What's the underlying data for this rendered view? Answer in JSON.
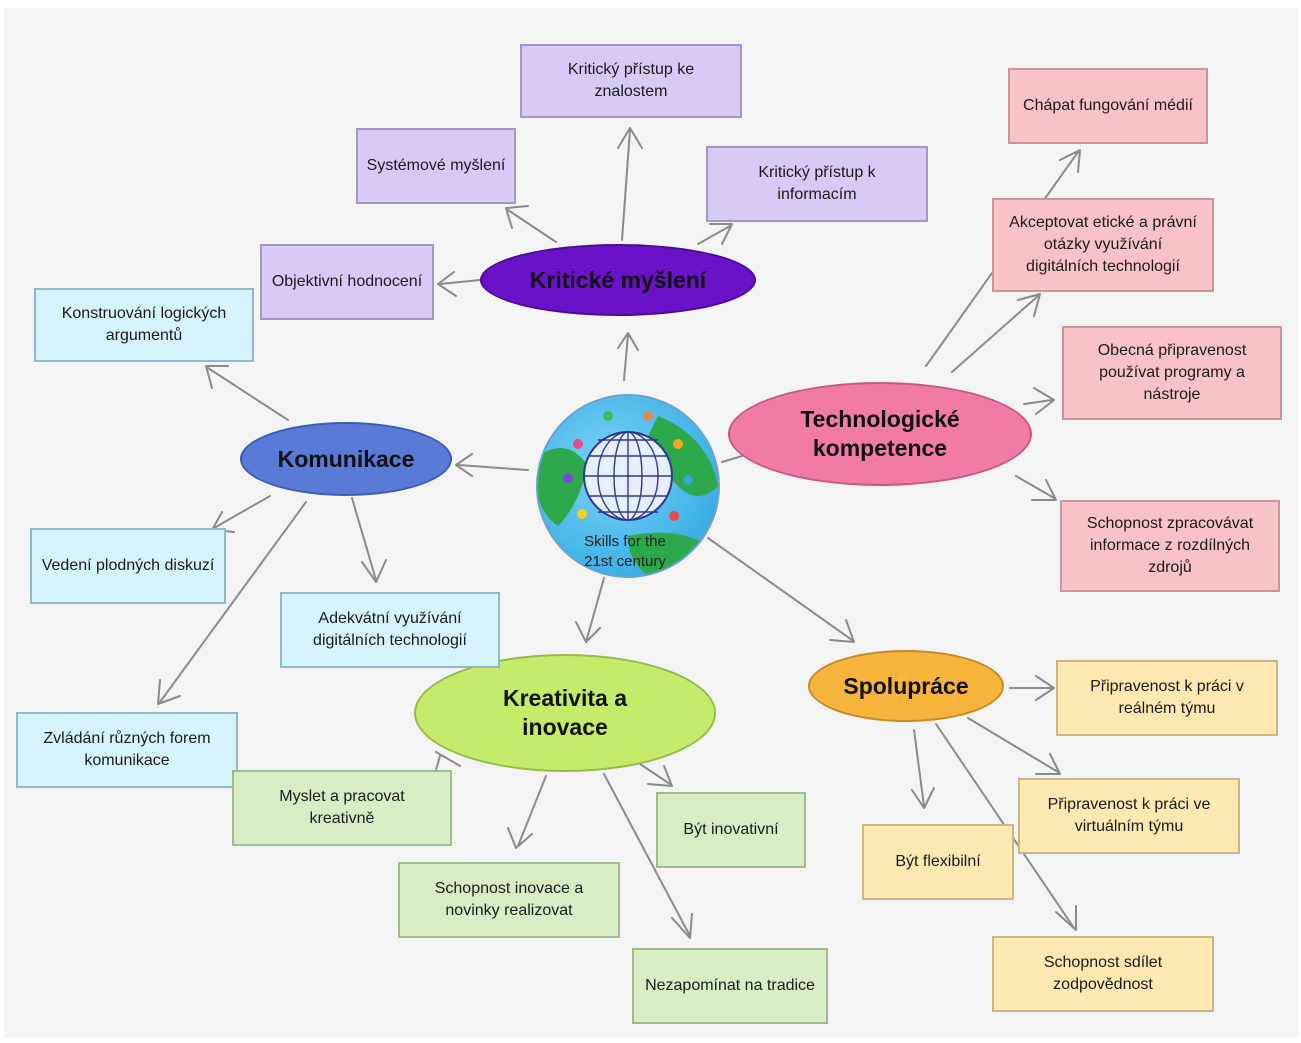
{
  "center": {
    "line1": "Skills for the",
    "line2": "21st century"
  },
  "categories": {
    "kriticke": {
      "label": "Kritické myšlení",
      "color": "#6a12c9"
    },
    "komunikace": {
      "label": "Komunikace",
      "color": "#5a7ad8"
    },
    "technologicke": {
      "line1": "Technologické",
      "line2": "kompetence",
      "color": "#f27aa6"
    },
    "kreativita": {
      "line1": "Kreativita a",
      "line2": "inovace",
      "color": "#c4ec6a"
    },
    "spoluprace": {
      "label": "Spolupráce",
      "color": "#f7b43a"
    }
  },
  "items": {
    "kriticky_znalostem": {
      "line1": "Kritický přístup ke",
      "line2": "znalostem"
    },
    "systemove": {
      "line1": "Systémové myšlení"
    },
    "kriticky_informacim": {
      "line1": "Kritický přístup k",
      "line2": "informacím"
    },
    "objektivni": {
      "line1": "Objektivní hodnocení"
    },
    "konstruovani": {
      "line1": "Konstruování logických",
      "line2": "argumentů"
    },
    "vedeni": {
      "line1": "Vedení plodných diskuzí"
    },
    "adekvatni": {
      "line1": "Adekvátní využívání",
      "line2": "digitálních technologií"
    },
    "zvladani": {
      "line1": "Zvládání různých forem",
      "line2": "komunikace"
    },
    "chapat": {
      "line1": "Chápat fungování médií"
    },
    "akceptovat": {
      "line1": "Akceptovat etické a právní",
      "line2": "otázky využívání",
      "line3": "digitálních technologií"
    },
    "obecna": {
      "line1": "Obecná připravenost",
      "line2": "používat programy a",
      "line3": "nástroje"
    },
    "schopnost_zpracovavat": {
      "line1": "Schopnost zpracovávat",
      "line2": "informace z rozdílných",
      "line3": "zdrojů"
    },
    "myslet": {
      "line1": "Myslet a pracovat",
      "line2": "kreativně"
    },
    "byt_inovativni": {
      "line1": "Být inovativní"
    },
    "schopnost_inovace": {
      "line1": "Schopnost inovace a",
      "line2": "novinky realizovat"
    },
    "nezapominat": {
      "line1": "Nezapomínat na tradice"
    },
    "pripravenost_realnem": {
      "line1": "Připravenost k práci v",
      "line2": "reálném týmu"
    },
    "pripravenost_virtualnim": {
      "line1": "Připravenost k práci ve",
      "line2": "virtuálním týmu"
    },
    "byt_flexibilni": {
      "line1": "Být flexibilní"
    },
    "schopnost_sdilet": {
      "line1": "Schopnost sdílet",
      "line2": "zodpovědnost"
    }
  }
}
